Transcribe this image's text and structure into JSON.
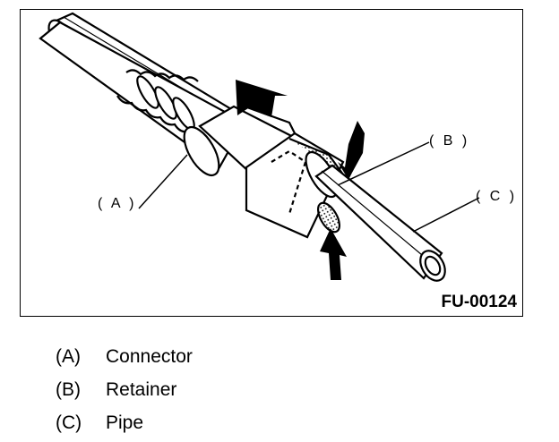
{
  "figure": {
    "figure_id": "FU-00124",
    "callouts": {
      "a": "( A )",
      "b": "( B )",
      "c": "( C )"
    }
  },
  "legend": [
    {
      "key": "(A)",
      "label": "Connector"
    },
    {
      "key": "(B)",
      "label": "Retainer"
    },
    {
      "key": "(C)",
      "label": "Pipe"
    }
  ]
}
